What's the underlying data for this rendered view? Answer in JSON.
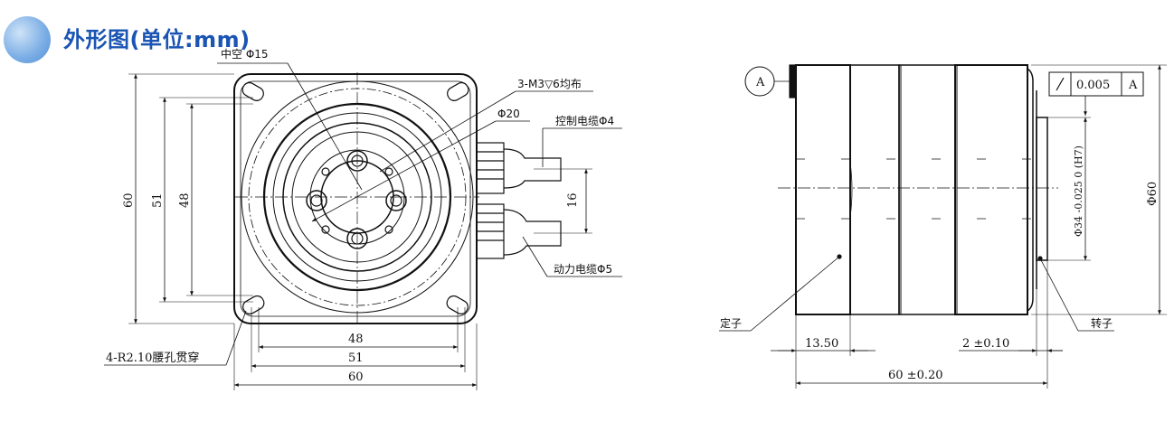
{
  "title": "外形图(单位:mm)",
  "front_view": {
    "hollow": "中空 Φ15",
    "thread": "3-M3▽6均布",
    "bore": "Φ20",
    "control_cable": "控制电缆Φ4",
    "power_cable": "动力电缆Φ5",
    "slot": "4-R2.10腰孔贯穿",
    "dim_cable_spacing": "16",
    "dim_h_60": "60",
    "dim_h_51": "51",
    "dim_h_48": "48",
    "dim_w_48": "48",
    "dim_w_51": "51",
    "dim_w_60": "60"
  },
  "side_view": {
    "datum": "A",
    "tol_value": "0.005",
    "tol_datum": "A",
    "spigot": "Φ34 -0.025 0 (H7)",
    "diameter": "Φ60",
    "stator": "定子",
    "rotor": "转子",
    "dim_13_50": "13.50",
    "dim_2": "2 ±0.10",
    "dim_60": "60 ±0.20"
  }
}
